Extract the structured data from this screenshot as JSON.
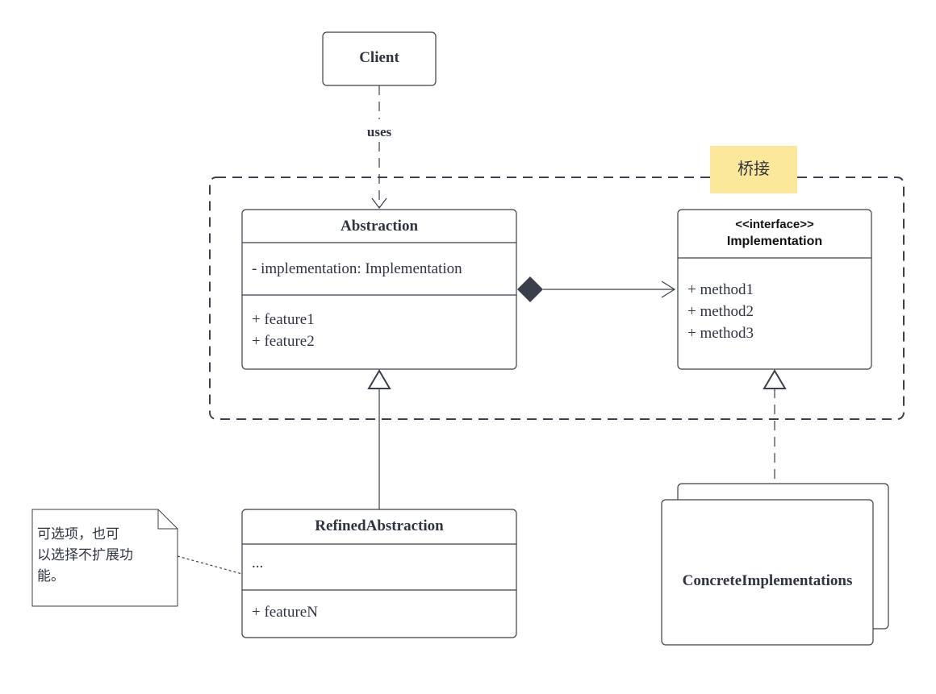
{
  "colors": {
    "stroke": "#3a3f4b",
    "text": "#2f3440",
    "sticky_note": "#fbe89a",
    "composition_diamond": "#3a3f4b"
  },
  "client": {
    "name": "Client"
  },
  "uses_label": "uses",
  "bridge_label": "桥接",
  "abstraction": {
    "name": "Abstraction",
    "attributes": [
      "- implementation: Implementation"
    ],
    "methods": [
      "+ feature1",
      "+ feature2"
    ]
  },
  "implementation": {
    "stereotype": "<<interface>>",
    "name": "Implementation",
    "methods": [
      "+ method1",
      "+ method2",
      "+ method3"
    ]
  },
  "refined_abstraction": {
    "name": "RefinedAbstraction",
    "attributes": [
      "..."
    ],
    "methods": [
      "+ featureN"
    ]
  },
  "concrete_implementations": {
    "name": "ConcreteImplementations"
  },
  "note": {
    "lines": [
      "可选项，也可",
      "以选择不扩展功",
      "能。"
    ]
  }
}
